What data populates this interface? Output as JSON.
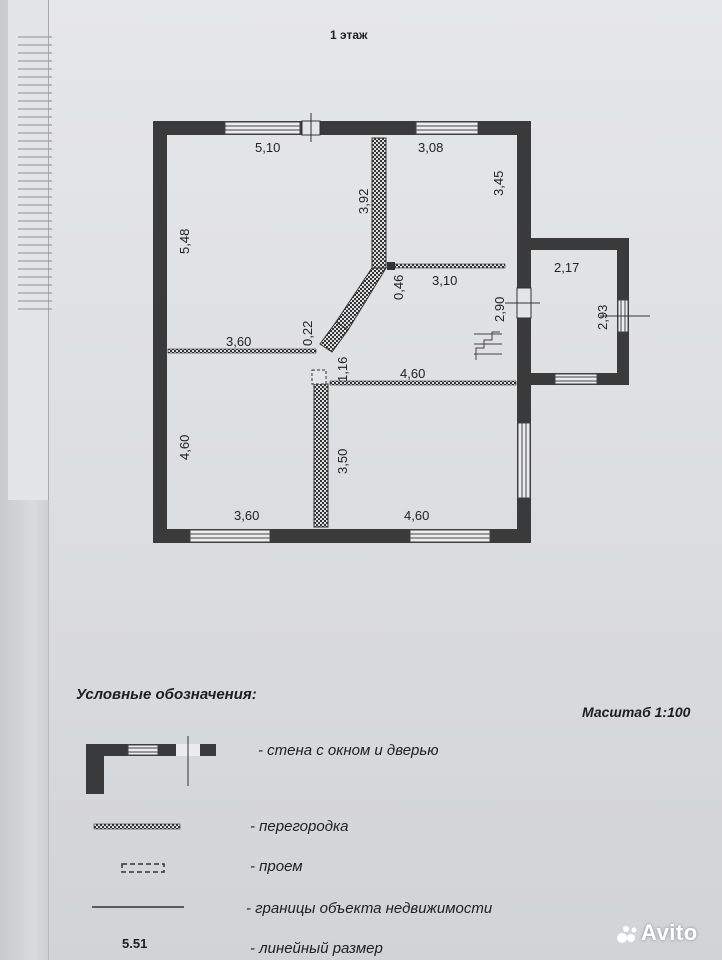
{
  "page": {
    "title": "1 этаж"
  },
  "plan": {
    "dimensions": [
      "5,10",
      "3,08",
      "3,45",
      "3,92",
      "5,48",
      "0,46",
      "3,10",
      "2,17",
      "2,90",
      "2,93",
      "0,22",
      "3,60",
      "1,16",
      "4,60",
      "4,60",
      "3,50",
      "3,60",
      "4,60"
    ]
  },
  "legend": {
    "title": "Условные обозначения:",
    "scale": "Масштаб 1:100",
    "items": [
      {
        "label": "- стена с окном и дверью"
      },
      {
        "label": "- перегородка"
      },
      {
        "label": "- проем"
      },
      {
        "label": "-  границы объекта недвижимости"
      },
      {
        "label": "- линейный размер"
      }
    ],
    "sample_dimension": "5.51"
  },
  "watermark": {
    "text": "Avito"
  }
}
